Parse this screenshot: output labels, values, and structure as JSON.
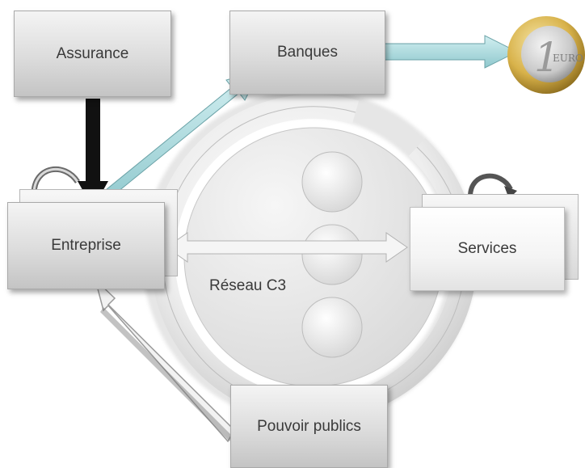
{
  "nodes": {
    "assurance": "Assurance",
    "banques": "Banques",
    "entreprise": "Entreprise",
    "services": "Services",
    "pouvoir_publics": "Pouvoir publics",
    "reseau": "Réseau C3"
  },
  "coin": {
    "text": "EURO",
    "numeral": "1"
  },
  "colors": {
    "box_gray": "#d5d5d5",
    "arrow_teal": "#a9d8dc",
    "arrow_black": "#111111",
    "arrow_white": "#f2f2f2",
    "coin_gold": "#d8b24a",
    "coin_silver": "#c9c9c9"
  }
}
